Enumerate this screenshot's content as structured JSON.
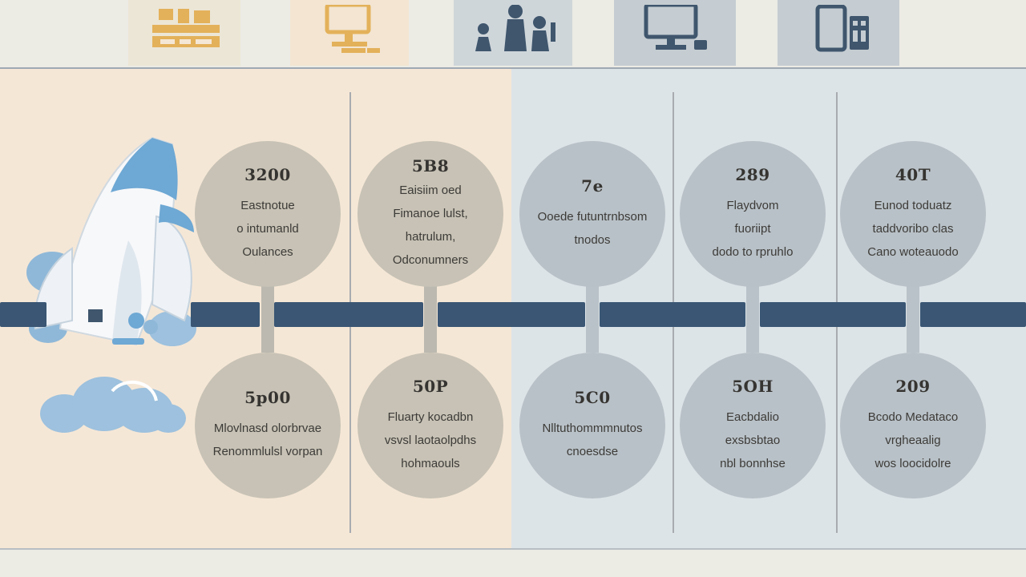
{
  "colors": {
    "track": "#3a5674",
    "bubble_warm": "#c7c2b5",
    "bubble_cool": "#b8c1c7",
    "panel_warm": "#f5e7d6",
    "panel_cool": "#dde4e8",
    "icon_gold": "#e3b15a",
    "icon_slate": "#3f566d"
  },
  "header_icons": [
    {
      "icon": "typewriter-icon"
    },
    {
      "icon": "desktop-computer-icon"
    },
    {
      "icon": "people-group-icon"
    },
    {
      "icon": "monitor-icon"
    },
    {
      "icon": "smartphone-icon"
    }
  ],
  "milestones": [
    {
      "top": {
        "number": "3200",
        "lines": [
          "Eastnotue",
          "o intumanld",
          "Oulances"
        ]
      },
      "bottom": {
        "number": "5p00",
        "lines": [
          "Mlovlnasd olorbrvae",
          "Renommlulsl vorpan"
        ]
      }
    },
    {
      "top": {
        "number": "5B8",
        "lines": [
          "Eaisiim oed",
          "Fimanoe lulst,",
          "hatrulum,",
          "Odconumners"
        ]
      },
      "bottom": {
        "number": "50P",
        "lines": [
          "Fluarty kocadbn",
          "vsvsl laotaolpdhs",
          "hohmaouls"
        ]
      }
    },
    {
      "top": {
        "number": "7e",
        "lines": [
          "Ooede futuntrnbsom",
          "tnodos"
        ]
      },
      "bottom": {
        "number": "5C0",
        "lines": [
          "Nlltuthommmnutos",
          "cnoesdse"
        ]
      }
    },
    {
      "top": {
        "number": "289",
        "lines": [
          "Flaydvom",
          "fuoriipt",
          "dodo to rpruhlo"
        ]
      },
      "bottom": {
        "number": "5OH",
        "lines": [
          "Eacbdalio",
          "exsbsbtao",
          "nbl bonnhse"
        ]
      }
    },
    {
      "top": {
        "number": "40T",
        "lines": [
          "Eunod toduatz",
          "taddvoribo clas",
          "Cano woteauodo"
        ]
      },
      "bottom": {
        "number": "209",
        "lines": [
          "Bcodo Medataco",
          "vrgheaalig",
          "wos loocidolre"
        ]
      }
    }
  ]
}
